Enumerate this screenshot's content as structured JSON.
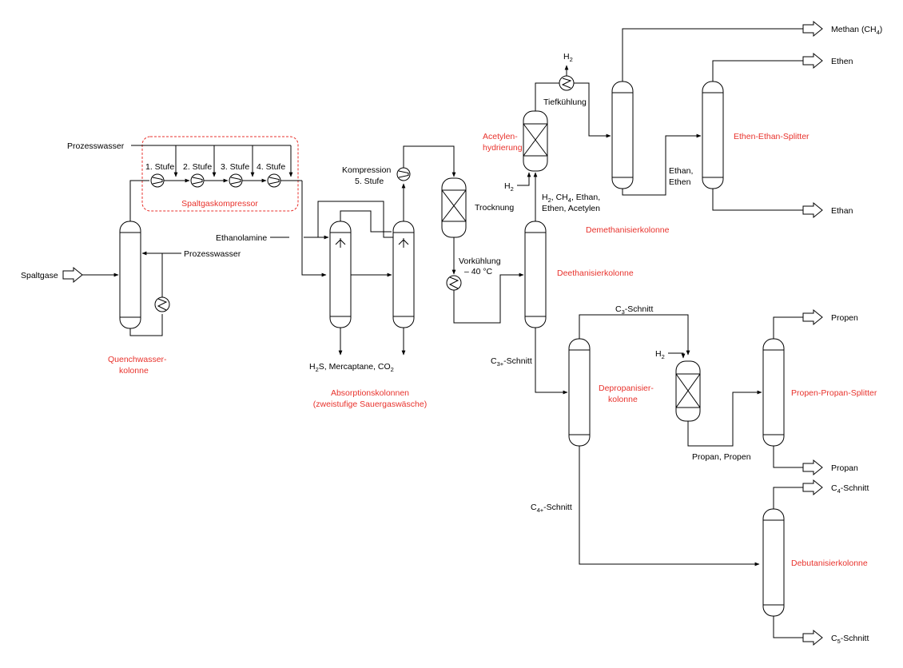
{
  "colors": {
    "unit_label": "#e8322c",
    "line": "#000000",
    "background": "#ffffff"
  },
  "streams": {
    "spaltgase": "Spaltgase",
    "prozesswasser_top": "Prozesswasser",
    "prozesswasser_quench": "Prozesswasser",
    "ethanolamine": "Ethanolamine",
    "sauergas": {
      "a": "H",
      "b": "2",
      "c": "S, Mercaptane, CO",
      "d": "2"
    },
    "h2_top": {
      "a": "H",
      "b": "2"
    },
    "h2_acetylen": {
      "a": "H",
      "b": "2"
    },
    "h2_propen": {
      "a": "H",
      "b": "2"
    },
    "deeth_overhead": {
      "line1_a": "H",
      "line1_b": "2",
      "line1_c": ", CH",
      "line1_d": "4",
      "line1_e": ", Ethan,",
      "line2": "Ethen, Acetylen"
    },
    "ethan_ethen": {
      "line1": "Ethan,",
      "line2": "Ethen"
    },
    "c3plus": {
      "a": "C",
      "b": "3+",
      "c": "-Schnitt"
    },
    "c3": {
      "a": "C",
      "b": "3",
      "c": "-Schnitt"
    },
    "c4plus": {
      "a": "C",
      "b": "4+",
      "c": "-Schnitt"
    },
    "propan_propen": "Propan, Propen",
    "vorkuehlung": {
      "line1": "Vorkühlung",
      "line2": "– 40 °C"
    }
  },
  "equipment": {
    "stufe1": "1. Stufe",
    "stufe2": "2. Stufe",
    "stufe3": "3. Stufe",
    "stufe4": "4. Stufe",
    "kompression5": {
      "line1": "Kompression",
      "line2": "5. Stufe"
    },
    "tiefkuehlung": "Tiefkühlung",
    "trocknung": "Trocknung"
  },
  "unit_labels": {
    "spaltgaskompressor": "Spaltgaskompressor",
    "quench": {
      "line1": "Quenchwasser-",
      "line2": "kolonne"
    },
    "absorption": {
      "line1": "Absorptionskolonnen",
      "line2": "(zweistufige Sauergaswäsche)"
    },
    "acetylen": {
      "line1": "Acetylen-",
      "line2": "hydrierung"
    },
    "deethanisier": "Deethanisierkolonne",
    "demethanisier": "Demethanisierkolonne",
    "ethen_ethan_splitter": "Ethen-Ethan-Splitter",
    "depropanisier": {
      "line1": "Depropanisier-",
      "line2": "kolonne"
    },
    "propen_propan_splitter": "Propen-Propan-Splitter",
    "debutanisier": "Debutanisierkolonne"
  },
  "products": {
    "methan": {
      "a": "Methan (CH",
      "b": "4",
      "c": ")"
    },
    "ethen": "Ethen",
    "ethan": "Ethan",
    "propen": "Propen",
    "propan": "Propan",
    "c4": {
      "a": "C",
      "b": "4",
      "c": "-Schnitt"
    },
    "c5": {
      "a": "C",
      "b": "5",
      "c": "-Schnitt"
    }
  }
}
